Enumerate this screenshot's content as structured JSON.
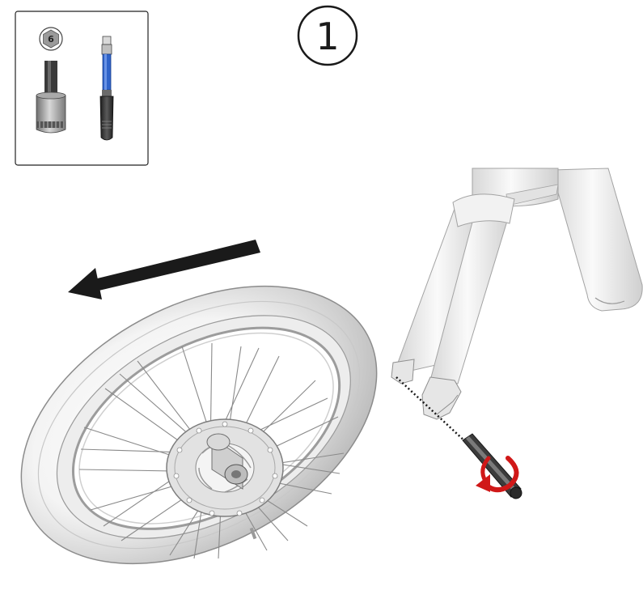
{
  "step": {
    "number": "1"
  },
  "tools": {
    "hex_size": "6",
    "items": [
      {
        "icon": "hex-bit-socket-icon"
      },
      {
        "icon": "torque-wrench-icon"
      }
    ]
  },
  "instruction": {
    "action": "remove-front-wheel",
    "direction_icon": "arrow-left-icon",
    "rotation_icon": "rotate-counterclockwise-icon"
  },
  "colors": {
    "outline": "#1a1a1a",
    "tool_blue": "#2f63c9",
    "rotation_red": "#d01818",
    "frame_gray": "#e9e9e9",
    "tire_gray": "#dcdcdc"
  }
}
